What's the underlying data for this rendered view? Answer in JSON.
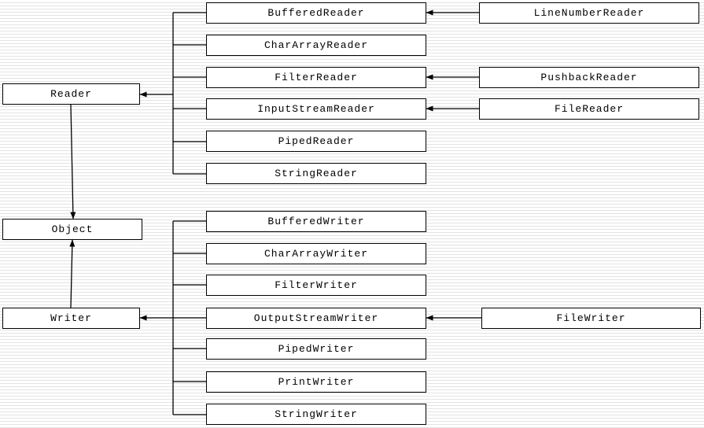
{
  "diagram": {
    "base": {
      "reader": "Reader",
      "object": "Object",
      "writer": "Writer"
    },
    "reader_subclasses": {
      "buffered": "BufferedReader",
      "char_array": "CharArrayReader",
      "filter": "FilterReader",
      "input_stream": "InputStreamReader",
      "piped": "PipedReader",
      "string": "StringReader"
    },
    "reader_grandchildren": {
      "line_number": "LineNumberReader",
      "pushback": "PushbackReader",
      "file": "FileReader"
    },
    "writer_subclasses": {
      "buffered": "BufferedWriter",
      "char_array": "CharArrayWriter",
      "filter": "FilterWriter",
      "output_stream": "OutputStreamWriter",
      "piped": "PipedWriter",
      "print": "PrintWriter",
      "string": "StringWriter"
    },
    "writer_grandchildren": {
      "file": "FileWriter"
    },
    "colors": {
      "line": "#000000",
      "box_fill": "#ffffff",
      "background_stripe": "#e3e3e3"
    }
  }
}
